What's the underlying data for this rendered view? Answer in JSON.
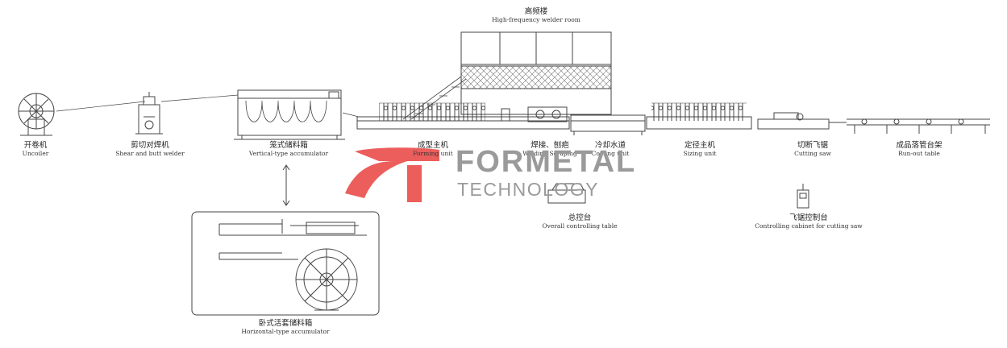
{
  "labels": {
    "welder_room": {
      "zh": "高频楼",
      "en": "High-frequency welder room"
    },
    "uncoiler": {
      "zh": "开卷机",
      "en": "Uncoiler"
    },
    "shear_welder": {
      "zh": "剪切对焊机",
      "en": "Shear and butt welder"
    },
    "vertical_accumulator": {
      "zh": "笼式储料箱",
      "en": "Vertical-type accumulator"
    },
    "forming_unit": {
      "zh": "成型主机",
      "en": "Forming unit"
    },
    "welding_scraping": {
      "zh": "焊接、刨疤",
      "en": "Welding Scraping"
    },
    "cooling_unit": {
      "zh": "冷却水道",
      "en": "Cooling unit"
    },
    "sizing_unit": {
      "zh": "定径主机",
      "en": "Sizing unit"
    },
    "cutting_saw": {
      "zh": "切断飞锯",
      "en": "Cutting saw"
    },
    "runout_table": {
      "zh": "成品落管台架",
      "en": "Run-out table"
    },
    "overall_control": {
      "zh": "总控台",
      "en": "Overall controlling table"
    },
    "saw_control": {
      "zh": "飞锯控制台",
      "en": "Controlling cabinet for cutting saw"
    },
    "horizontal_accumulator": {
      "zh": "卧式活套储料箱",
      "en": "Horizontal-type accumulator"
    }
  },
  "watermark": {
    "name": "FORMETAL",
    "sub": "TECHNOLOGY",
    "mark_color": "#e8423f",
    "text_color": "#9a9a9a"
  },
  "colors": {
    "line": "#444444",
    "hatch": "#666666"
  }
}
